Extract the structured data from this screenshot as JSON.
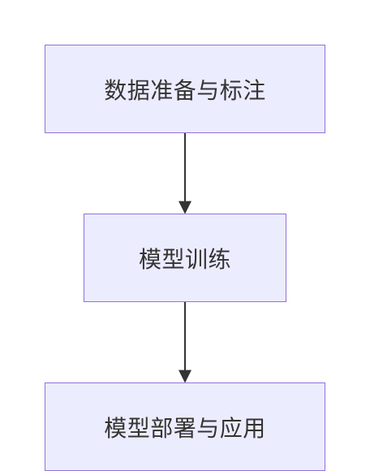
{
  "flowchart": {
    "nodes": [
      {
        "id": "n1",
        "label": "数据准备与标注"
      },
      {
        "id": "n2",
        "label": "模型训练"
      },
      {
        "id": "n3",
        "label": "模型部署与应用"
      }
    ],
    "edges": [
      {
        "from": "n1",
        "to": "n2"
      },
      {
        "from": "n2",
        "to": "n3"
      }
    ],
    "colors": {
      "node_fill": "#ececff",
      "node_border": "#9370db",
      "text": "#333333",
      "edge": "#333333"
    }
  }
}
